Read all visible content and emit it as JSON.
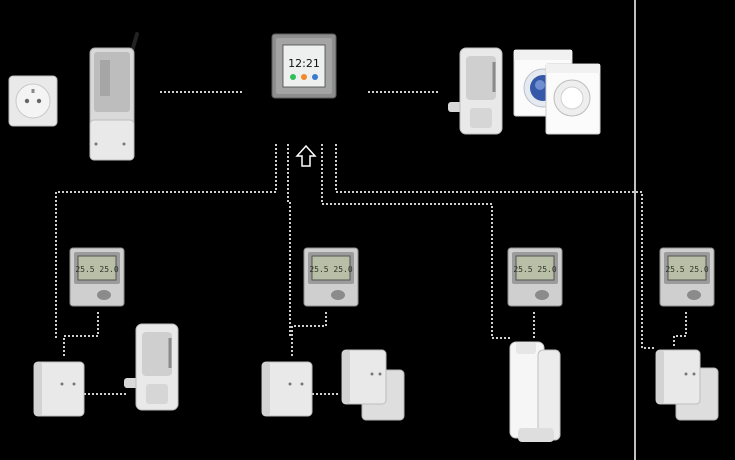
{
  "central_unit": {
    "clock": "12:21",
    "icons": [
      "home-icon",
      "settings-icon",
      "power-icon"
    ]
  },
  "thermostat": {
    "display": "25.5  25.0"
  },
  "colors": {
    "background": "#000000",
    "wire": "#cfcfcf",
    "device_body": "#e9e9e9",
    "accent_green": "#2fbf5a",
    "accent_orange": "#f08a2a"
  },
  "devices": [
    {
      "name": "wall-socket"
    },
    {
      "name": "gsm-gateway"
    },
    {
      "name": "central-control-panel"
    },
    {
      "name": "smart-plug-laundry"
    },
    {
      "name": "washing-machine"
    },
    {
      "name": "tumble-dryer"
    },
    {
      "name": "thermostat-1"
    },
    {
      "name": "thermostat-2"
    },
    {
      "name": "thermostat-3"
    },
    {
      "name": "thermostat-4"
    },
    {
      "name": "receiver-1"
    },
    {
      "name": "smart-plug-1"
    },
    {
      "name": "receiver-2"
    },
    {
      "name": "actuators-2"
    },
    {
      "name": "window-sensor-3"
    },
    {
      "name": "actuators-4"
    }
  ]
}
